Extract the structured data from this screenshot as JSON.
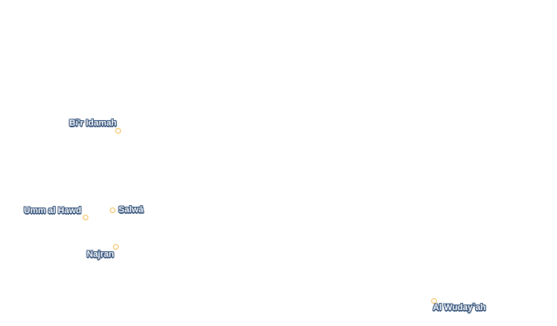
{
  "map": {
    "places": [
      {
        "name": "Bi'r Idamah",
        "icon": "place-dot-icon"
      },
      {
        "name": "Umm al Hawd",
        "icon": "place-dot-icon"
      },
      {
        "name": "Salwá",
        "icon": "place-dot-icon"
      },
      {
        "name": "Najran",
        "icon": "place-dot-icon"
      },
      {
        "name": "Al Wuday`ah",
        "icon": "place-dot-icon"
      }
    ],
    "colors": {
      "background": "#ffffff",
      "label_text": "#ffffff",
      "label_halo": "#2f4f78",
      "poi_ring": "#f2b84b"
    }
  }
}
